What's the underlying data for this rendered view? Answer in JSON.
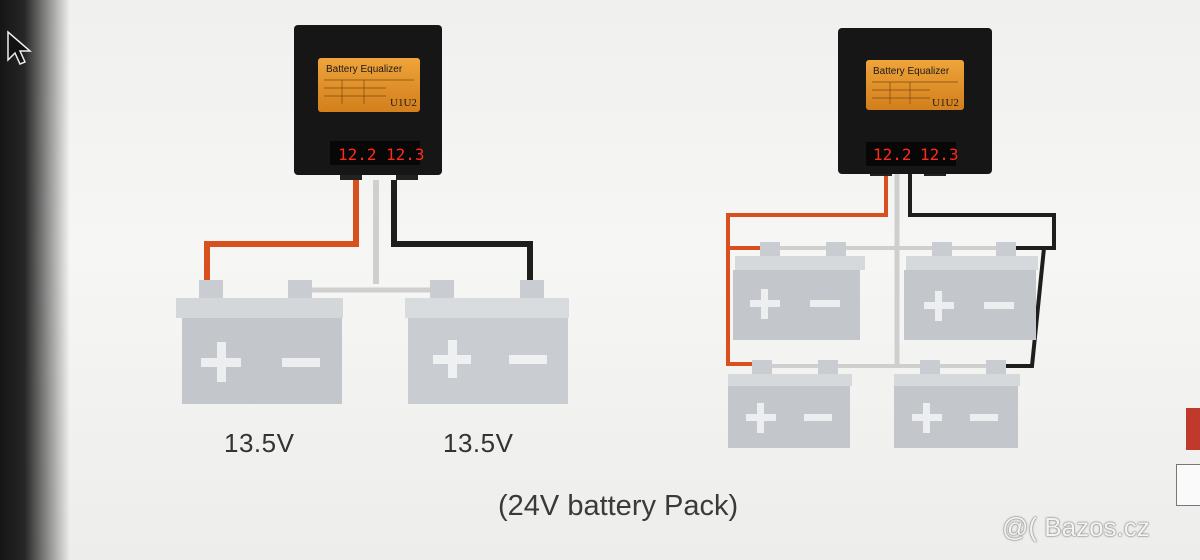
{
  "diagram": {
    "left_setup": {
      "equalizer": {
        "title": "Battery Equalizer",
        "model": "U1U2",
        "display_1": "12.2",
        "display_2": "12.3"
      },
      "battery_1_voltage": "13.5V",
      "battery_2_voltage": "13.5V"
    },
    "right_setup": {
      "equalizer": {
        "title": "Battery Equalizer",
        "model": "U1U2",
        "display_1": "12.2",
        "display_2": "12.3"
      }
    },
    "caption": "(24V battery Pack)"
  },
  "watermark": "@( Bazos.cz",
  "colors": {
    "wire_positive": "#d9501f",
    "wire_negative": "#1e1e1e",
    "wire_bridge": "#c9c9c9",
    "battery_body": "#c3c7cb",
    "device_body": "#161616",
    "label_plate": "#e0922a",
    "led_digits": "#ff2a1a"
  }
}
